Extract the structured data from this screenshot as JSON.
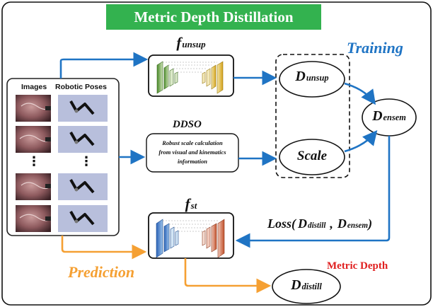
{
  "title": "Metric Depth Distillation",
  "colors": {
    "banner": "#33b24f",
    "blue_arrow": "#1f74c4",
    "orange_arrow": "#f5a033",
    "red_text": "#e02020",
    "teal_text": "#1f74c4"
  },
  "labels": {
    "training": "Training",
    "prediction": "Prediction",
    "metric_depth": "Metric Depth",
    "ddso": "DDSO",
    "ddso_desc": [
      "Robust scale calculation",
      "from visual and kinematics",
      "information"
    ]
  },
  "inputs": {
    "images_header": "Images",
    "poses_header": "Robotic Poses",
    "dots": "⋮"
  },
  "nodes": {
    "f_unsup": {
      "main": "f",
      "sub": "unsup"
    },
    "f_st": {
      "main": "f",
      "sub": "st"
    },
    "d_unsup": {
      "main": "D",
      "sub": "unsup"
    },
    "scale": {
      "main": "Scale"
    },
    "d_ensem": {
      "main": "D",
      "sub": "ensem"
    },
    "d_distill": {
      "main": "D",
      "sub": "distill"
    }
  },
  "loss": {
    "prefix": "Loss(",
    "a_main": "D",
    "a_sub": "distill",
    "sep": ",",
    "b_main": "D",
    "b_sub": "ensem",
    "suffix": ")"
  }
}
